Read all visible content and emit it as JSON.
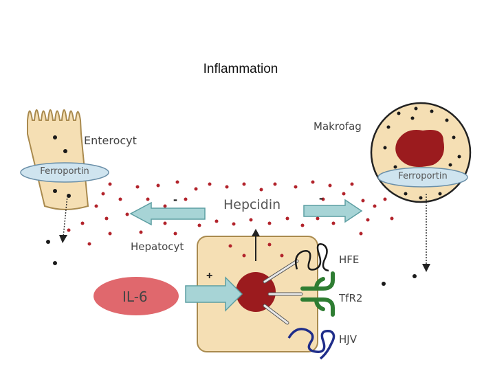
{
  "title": "Inflammation",
  "labels": {
    "enterocyte": "Enterocyt",
    "macrophage": "Makrofag",
    "hepcidin": "Hepcidin",
    "hepatocyte": "Hepatocyt",
    "il6": "IL-6",
    "hfe": "HFE",
    "tfr2": "TfR2",
    "hjv": "HJV",
    "ferroportin_enterocyte": "Ferroportin",
    "ferroportin_macrophage": "Ferroportin"
  },
  "signs": {
    "inhibit_left": "-",
    "inhibit_right": "-",
    "stimulate": "+"
  },
  "colors": {
    "cell_fill": "#f5dfb4",
    "cell_stroke": "#a98a4e",
    "hepcidin_dot": "#b2232b",
    "iron_dot": "#1a1a1a",
    "arrow_fill": "#a7d4d6",
    "arrow_stroke": "#5c9ea2",
    "il6_fill": "#e0686d",
    "ferroportin_fill": "#cfe4ef",
    "nucleus": "#9b1b1e",
    "tfr2": "#2e7d32",
    "hjv": "#1f2d8a"
  }
}
